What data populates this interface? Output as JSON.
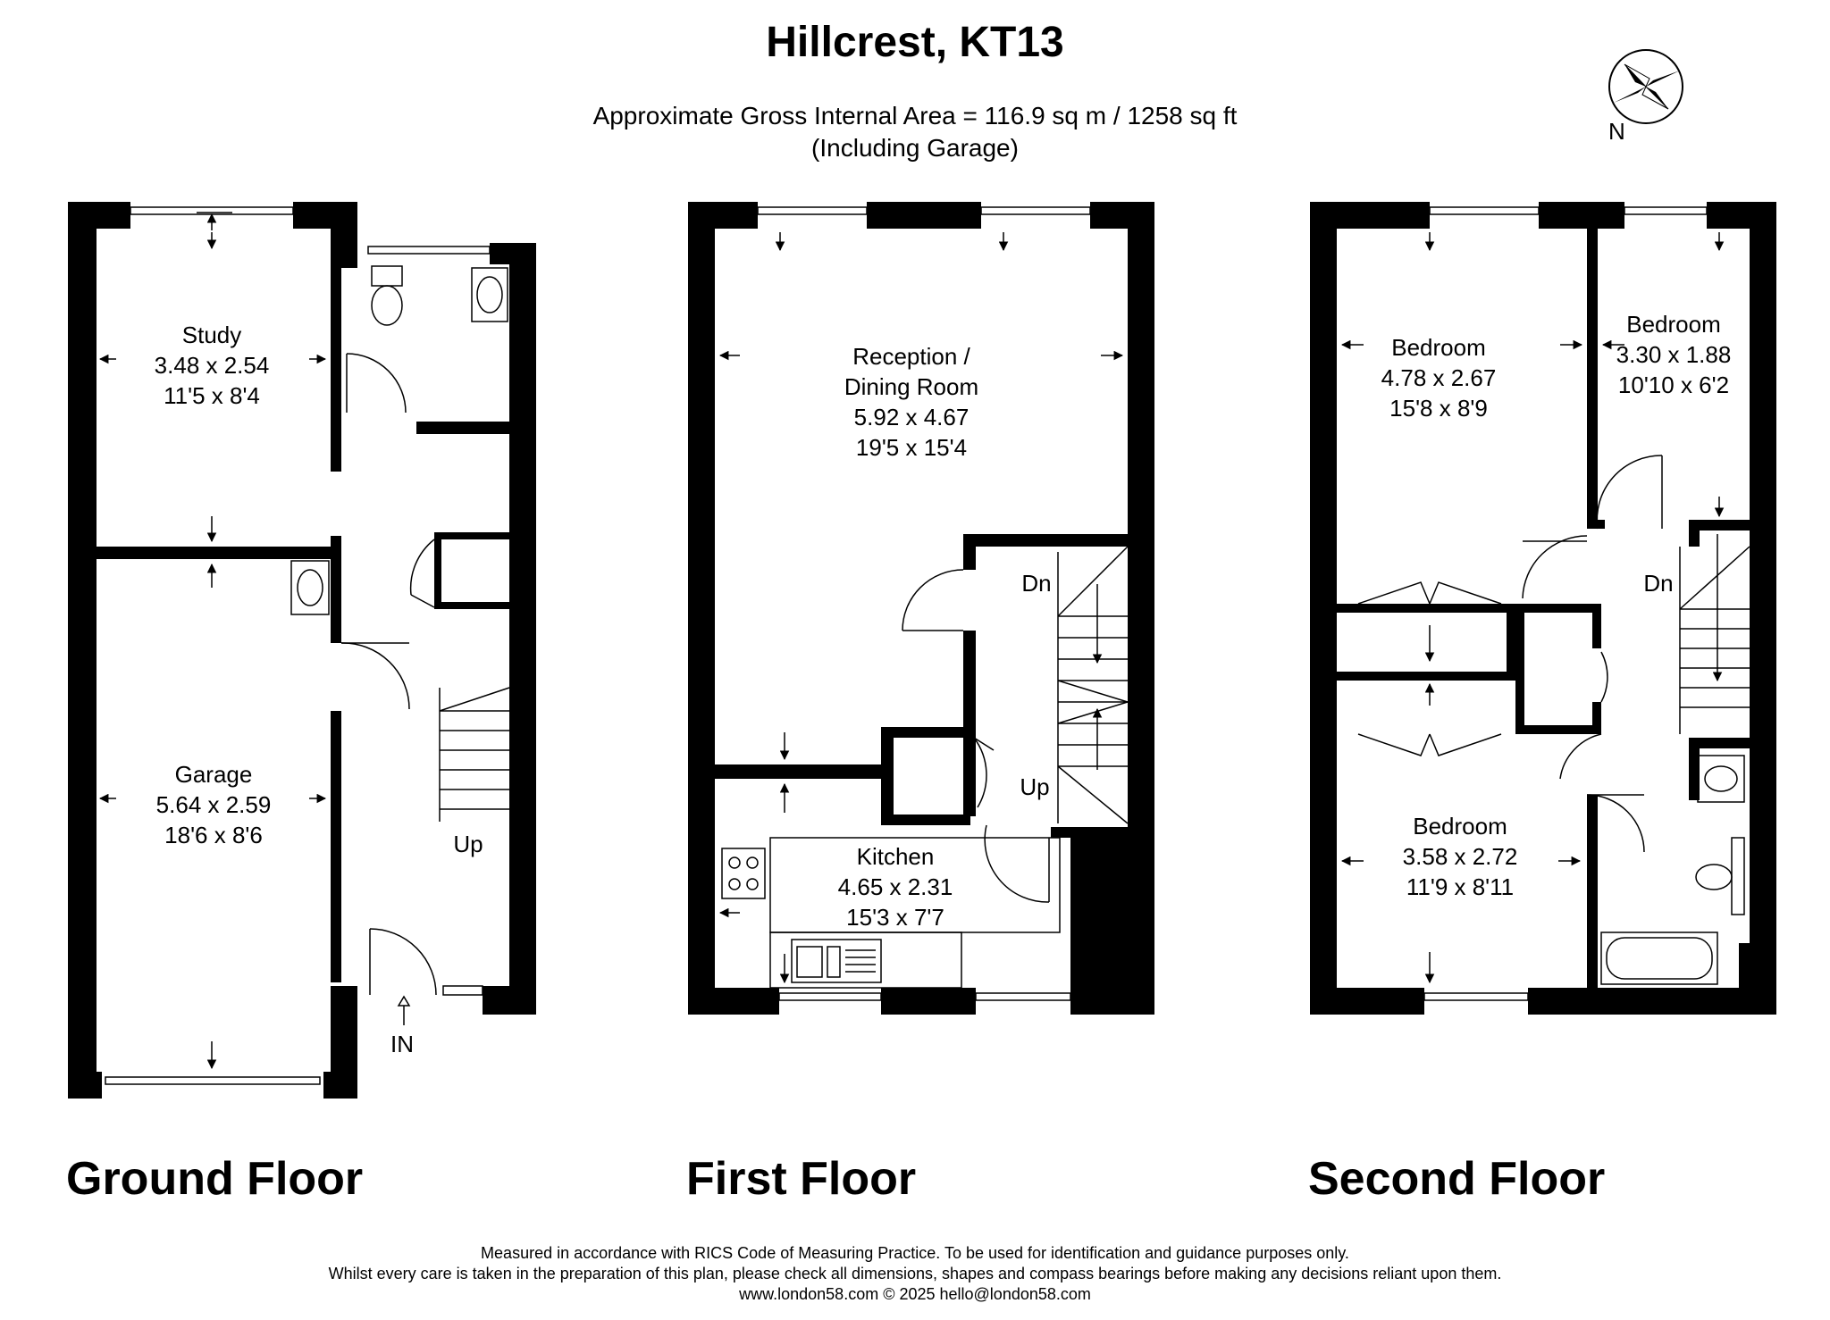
{
  "header": {
    "title": "Hillcrest, KT13",
    "area_line1": "Approximate Gross Internal Area = 116.9 sq m / 1258 sq ft",
    "area_line2": "(Including Garage)"
  },
  "compass": {
    "label": "N"
  },
  "floors": {
    "ground": {
      "name": "Ground Floor",
      "study": {
        "name": "Study",
        "metric": "3.48 x 2.54",
        "imperial": "11'5 x 8'4"
      },
      "garage": {
        "name": "Garage",
        "metric": "5.64 x 2.59",
        "imperial": "18'6 x 8'6"
      },
      "stairs_label": "Up",
      "entrance_label": "IN"
    },
    "first": {
      "name": "First Floor",
      "reception": {
        "name_line1": "Reception /",
        "name_line2": "Dining Room",
        "metric": "5.92 x 4.67",
        "imperial": "19'5 x 15'4"
      },
      "kitchen": {
        "name": "Kitchen",
        "metric": "4.65 x 2.31",
        "imperial": "15'3 x 7'7"
      },
      "stairs_down": "Dn",
      "stairs_up": "Up"
    },
    "second": {
      "name": "Second Floor",
      "bedroom1": {
        "name": "Bedroom",
        "metric": "4.78 x 2.67",
        "imperial": "15'8 x 8'9"
      },
      "bedroom2": {
        "name": "Bedroom",
        "metric": "3.30 x 1.88",
        "imperial": "10'10 x 6'2"
      },
      "bedroom3": {
        "name": "Bedroom",
        "metric": "3.58 x 2.72",
        "imperial": "11'9 x 8'11"
      },
      "stairs_down": "Dn"
    }
  },
  "footer": {
    "line1": "Measured in accordance with RICS Code of Measuring Practice. To be used for identification and guidance purposes only.",
    "line2": "Whilst every care is taken in the preparation of this plan, please check all dimensions, shapes and compass bearings before making any decisions reliant upon them.",
    "line3": "www.london58.com © 2025 hello@london58.com"
  }
}
